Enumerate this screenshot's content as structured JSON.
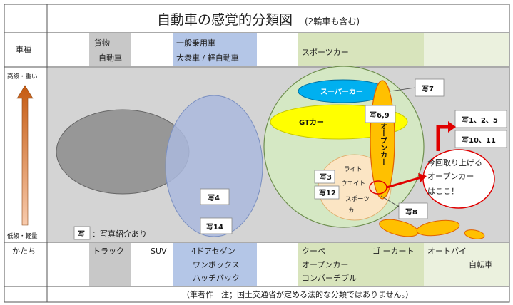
{
  "title": "自動車の感覚的分類図",
  "subtitle": "(2輪車も含む)",
  "rows": {
    "category_label": "車種",
    "shape_label": "かたち"
  },
  "categories": {
    "truck_line1": "貨物",
    "truck_line2": "自動車",
    "passenger_line1": "一般乗用車",
    "passenger_line2": "大衆車 / 軽自動車",
    "sports": "スポーツカー"
  },
  "shapes": {
    "truck": "トラック",
    "suv": "SUV",
    "sedan": "4ドアセダン",
    "onebox": "ワンボックス",
    "hatchback": "ハッチバック",
    "coupe": "クーペ",
    "open_car": "オープンカー",
    "convertible": "コンバーチブル",
    "go_kart": "ゴ ーカート",
    "motorbike": "オートバイ",
    "bicycle": "自転車"
  },
  "axis": {
    "high": "高級・重い",
    "low": "低級・軽量"
  },
  "ovals": {
    "super_car": "スーパーカー",
    "gt_car": "GTカー",
    "open_car_vertical": "オープンカー",
    "light_weight_1": "ライト",
    "light_weight_2": "ウエイト",
    "light_weight_3": "スポーツ",
    "light_weight_4": "カー"
  },
  "photo_tags": {
    "p4": "写4",
    "p14": "写14",
    "p3": "写3",
    "p12": "写12",
    "p7": "写7",
    "p69": "写6,9",
    "p8": "写8",
    "p125": "写1、2、5",
    "p1011": "写10、11",
    "legend_box": "写",
    "legend_text": "：写真紹介あり"
  },
  "callout": {
    "line1": "今回取り上げる",
    "line2": "オープンカー",
    "line3": "はここ！"
  },
  "footer": "（筆者作　注；国土交通省が定める法的な分類ではありません。）",
  "colors": {
    "grey_band": "#c8c8c8",
    "blue_band": "#b4c6e7",
    "green_band": "#d8e4bc",
    "light_green_band": "#ebf1de",
    "super_car": "#00b0f0",
    "gt_car": "#ffff00",
    "open_car": "#ffc000",
    "arrow_red": "#e00000"
  }
}
